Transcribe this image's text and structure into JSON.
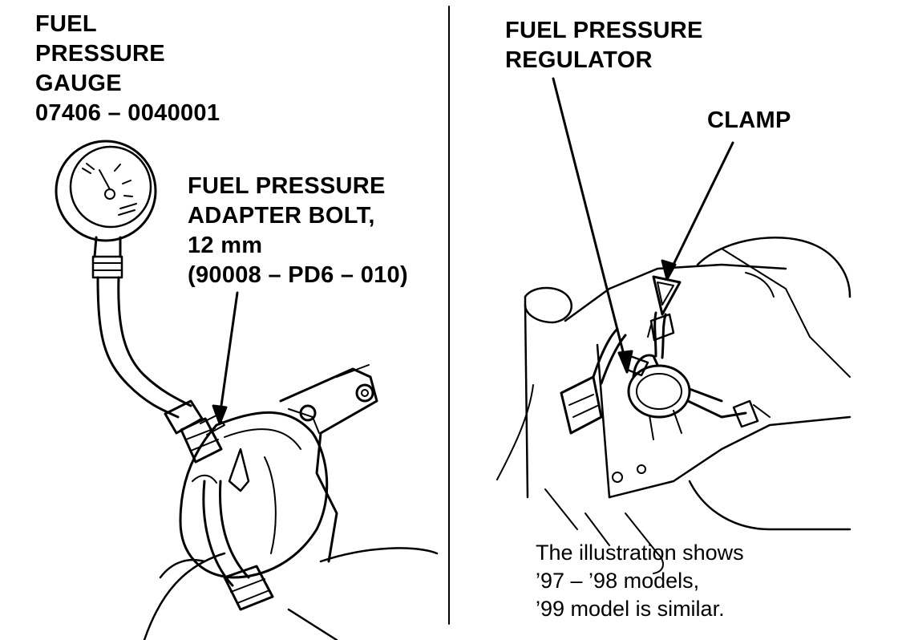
{
  "left_panel": {
    "gauge_label": [
      "FUEL",
      "PRESSURE",
      "GAUGE",
      "07406 – 0040001"
    ],
    "adapter_label": [
      "FUEL PRESSURE",
      "ADAPTER BOLT,",
      "12 mm",
      "(90008 – PD6 – 010)"
    ]
  },
  "right_panel": {
    "regulator_label": [
      "FUEL PRESSURE",
      "REGULATOR"
    ],
    "clamp_label": "CLAMP",
    "note": [
      "The illustration shows",
      "’97 – ’98 models,",
      "’99 model is similar."
    ]
  }
}
